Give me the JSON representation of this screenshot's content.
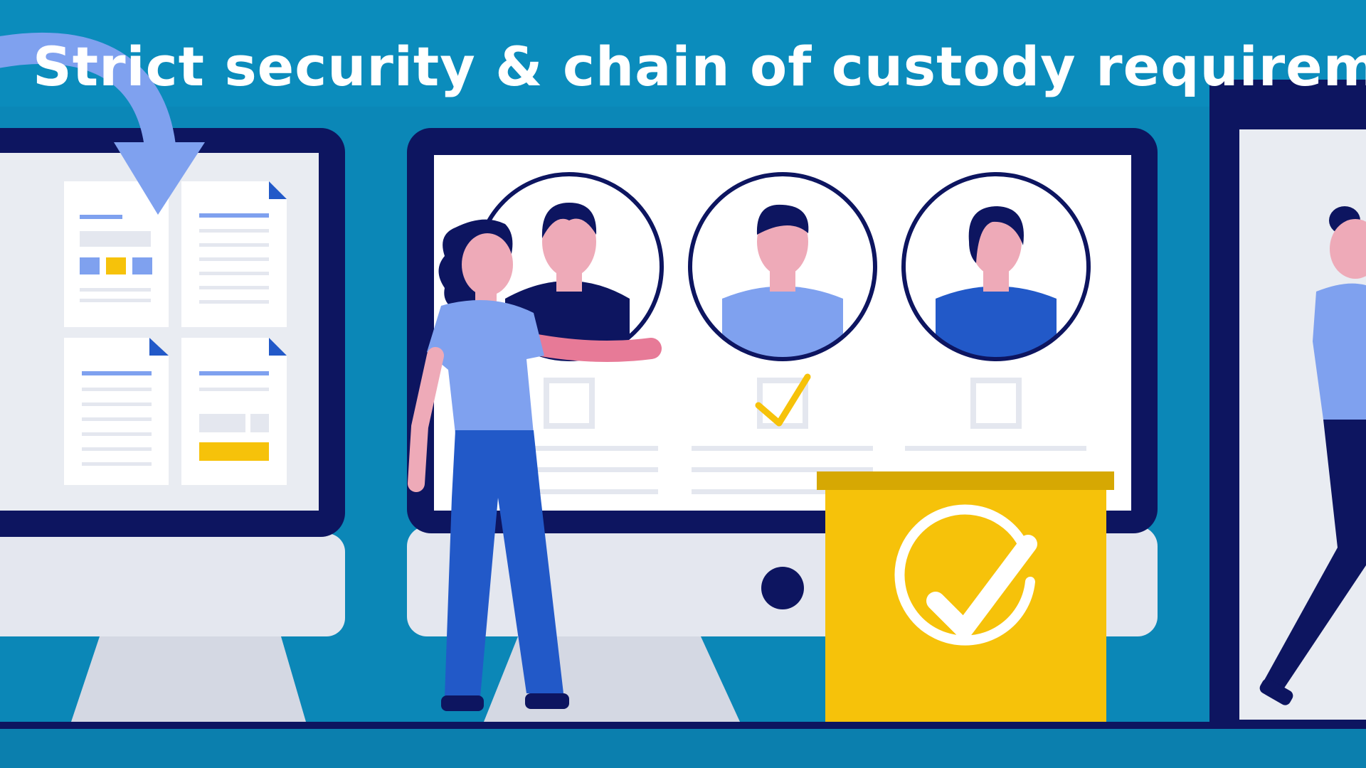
{
  "headline": "Strict security & chain of custody requirements",
  "colors": {
    "background": "#0b87b7",
    "monitor_frame": "#0d1560",
    "monitor_bezel": "#e4e7ef",
    "screen": "#ffffff",
    "accent_blue": "#7fa1ef",
    "deep_blue": "#2259c8",
    "yellow": "#f6c20a",
    "skin": "#eeaab8"
  },
  "candidates": [
    {
      "id": "candidate-1",
      "selected": false
    },
    {
      "id": "candidate-2",
      "selected": true
    },
    {
      "id": "candidate-3",
      "selected": false
    }
  ],
  "icons": [
    "curved-arrow-icon",
    "document-icon",
    "checkbox-icon",
    "checkmark-icon",
    "check-badge-icon"
  ]
}
